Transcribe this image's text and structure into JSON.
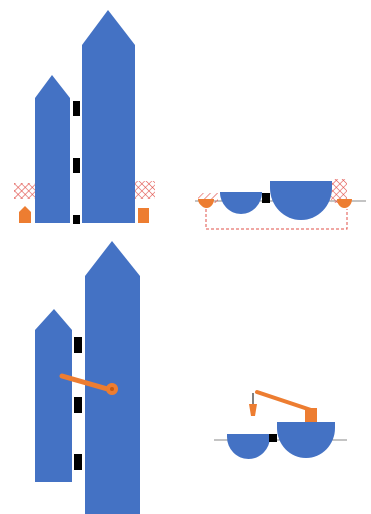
{
  "colors": {
    "background": "#ffffff",
    "tower_fill": "#4472c4",
    "accent_orange": "#ed7d31",
    "hatch_red": "#e0504a",
    "block_black": "#000000",
    "ground_line": "#888888",
    "dashed_line": "#e0504a"
  },
  "panels": [
    {
      "id": "top-left",
      "depicts": "two-towers-side-view-with-anchor-hatching"
    },
    {
      "id": "top-right",
      "depicts": "two-hulls-cross-section-with-dashed-connection"
    },
    {
      "id": "bottom-left",
      "depicts": "two-towers-side-view-with-lever-arm"
    },
    {
      "id": "bottom-right",
      "depicts": "two-hulls-cross-section-with-crane"
    }
  ]
}
